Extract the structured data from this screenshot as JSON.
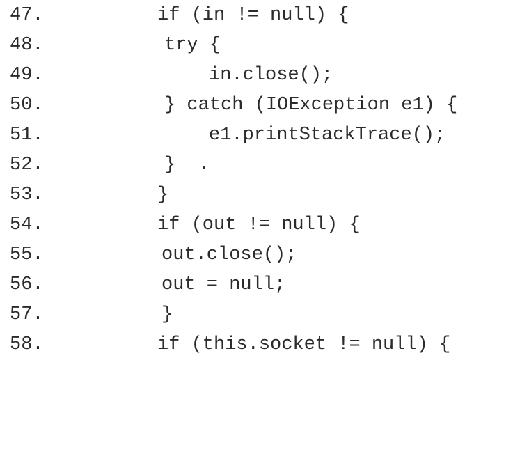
{
  "listing": {
    "lines": [
      {
        "number": "47.",
        "code": "if (in != null) {"
      },
      {
        "number": "48.",
        "code": "try {"
      },
      {
        "number": "49.",
        "code": "in.close();"
      },
      {
        "number": "50.",
        "code": "} catch (IOException e1) {"
      },
      {
        "number": "51.",
        "code": "e1.printStackTrace();"
      },
      {
        "number": "52.",
        "code": "}  ."
      },
      {
        "number": "53.",
        "code": "}"
      },
      {
        "number": "54.",
        "code": "if (out != null) {"
      },
      {
        "number": "55.",
        "code": "out.close();"
      },
      {
        "number": "56.",
        "code": "out = null;"
      },
      {
        "number": "57.",
        "code": "}"
      },
      {
        "number": "58.",
        "code": "if (this.socket != null) {"
      }
    ]
  }
}
